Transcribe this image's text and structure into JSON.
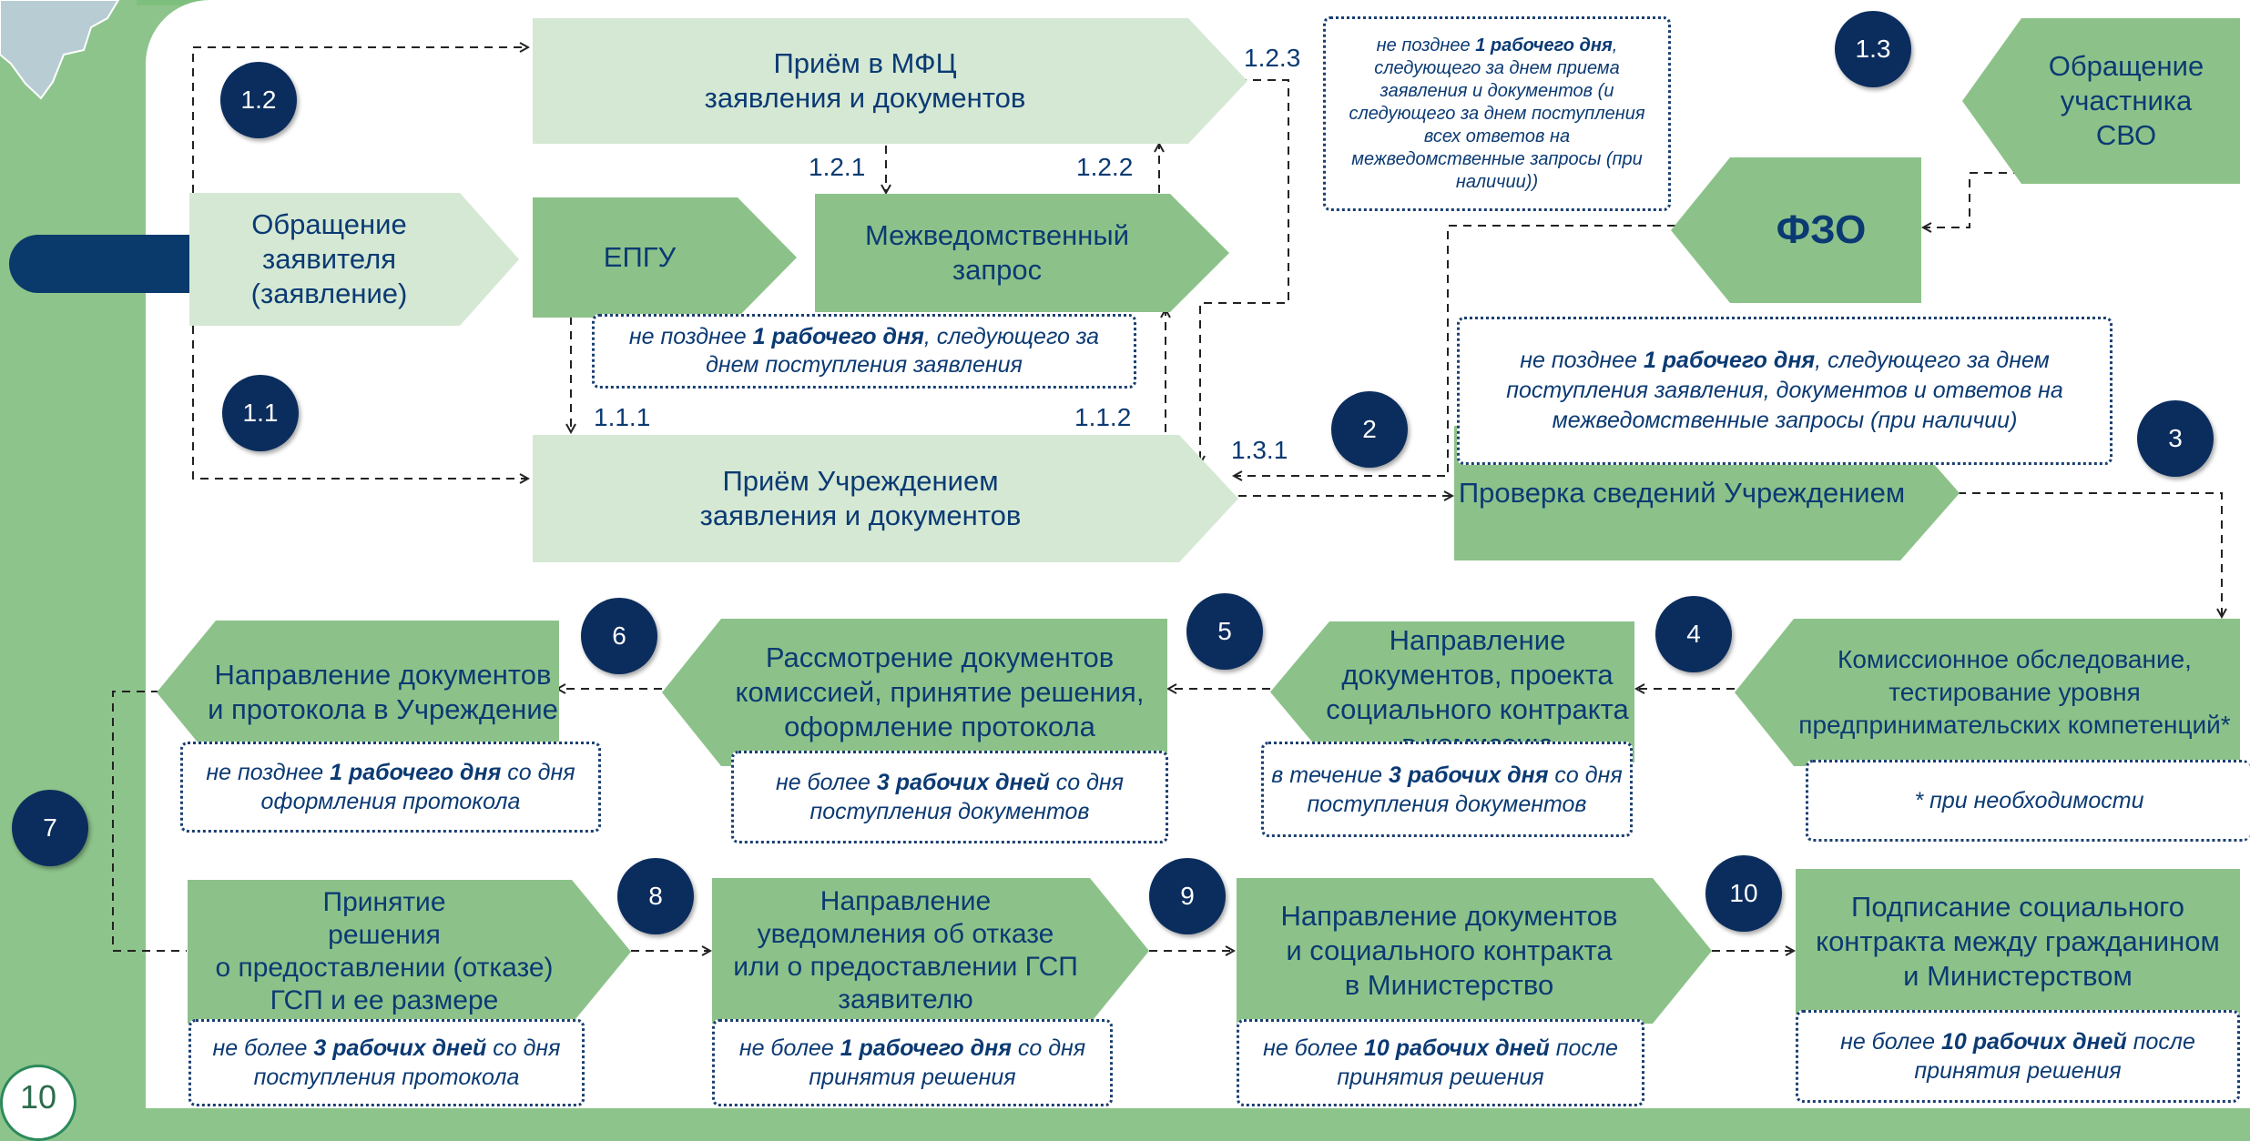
{
  "colors": {
    "navy": "#0b2d5e",
    "light": "#d4e8d3",
    "mid": "#a1ce9d",
    "dark": "#8cc289",
    "text": "#0b3a73"
  },
  "shapes": {
    "priem_mfc": [
      "Приём в МФЦ",
      "заявления и документов"
    ],
    "obrashenie_zayavitelya": [
      "Обращение",
      "заявителя",
      "(заявление)"
    ],
    "epgu": [
      "ЕПГУ"
    ],
    "mezhved": [
      "Межведомственный",
      "запрос"
    ],
    "priem_uchr": [
      "Приём Учреждением",
      "заявления и документов"
    ],
    "fzo": [
      "ФЗО"
    ],
    "obrashenie_svo": [
      "Обращение",
      "участника",
      "СВО"
    ],
    "proverka": [
      "Проверка сведений Учреждением"
    ],
    "komissionnoe": [
      "Комиссионное обследование,",
      "тестирование уровня",
      "предпринимательских компетенций*"
    ],
    "napravlenie_komissiya": [
      "Направление",
      "документов, проекта",
      "социального контракта",
      "в комиссию"
    ],
    "rassmotrenie": [
      "Рассмотрение документов",
      "комиссией, принятие решения,",
      "оформление протокола"
    ],
    "napravlenie_uchr": [
      "Направление документов",
      "и протокола в Учреждение"
    ],
    "prinyatie": [
      "Принятие",
      "решения",
      "о предоставлении (отказе)",
      "ГСП и ее размере"
    ],
    "uvedomlenie": [
      "Направление",
      "уведомления об отказе",
      "или о предоставлении ГСП",
      "заявителю"
    ],
    "ministerstvo": [
      "Направление документов",
      "и социального контракта",
      "в Министерство"
    ],
    "podpisanie": [
      "Подписание социального",
      "контракта между гражданином",
      "и Министерством"
    ]
  },
  "badges": {
    "b1_2": "1.2",
    "b1_1": "1.1",
    "b1_3": "1.3",
    "b2": "2",
    "b3": "3",
    "b4": "4",
    "b5": "5",
    "b6": "6",
    "b7": "7",
    "b8": "8",
    "b9": "9",
    "b10": "10"
  },
  "labels": {
    "l1_2_3": "1.2.3",
    "l1_2_1": "1.2.1",
    "l1_2_2": "1.2.2",
    "l1_1_1": "1.1.1",
    "l1_1_2": "1.1.2",
    "l1_3_1": "1.3.1"
  },
  "notes": {
    "n_top": {
      "pre": "не позднее ",
      "bold": "1 рабочего дня",
      "post": ", следующего за днем приема заявления и документов (и следующего за днем поступления всех ответов на межведомственные запросы (при наличии))"
    },
    "n_epgu": {
      "pre": "не позднее ",
      "bold": "1 рабочего дня",
      "post": ", следующего за днем поступления заявления"
    },
    "n_fzo": {
      "pre": "не позднее ",
      "bold": "1 рабочего дня",
      "post": ", следующего за днем поступления заявления, документов и ответов на межведомственные запросы (при наличии)"
    },
    "n_6": {
      "pre": "не позднее ",
      "bold": "1 рабочего дня",
      "post": " со дня оформления протокола"
    },
    "n_5": {
      "pre": "не более ",
      "bold": "3 рабочих дней",
      "post": " со дня поступления документов"
    },
    "n_4": {
      "pre": "в течение ",
      "bold": "3 рабочих дня",
      "post": " со дня поступления документов"
    },
    "n_komis": {
      "pre": "",
      "bold": "",
      "post": "* при необходимости"
    },
    "n_8": {
      "pre": "не более ",
      "bold": "3 рабочих дней",
      "post": " со дня поступления протокола"
    },
    "n_9": {
      "pre": "не более ",
      "bold": "1 рабочего дня",
      "post": " со дня принятия решения"
    },
    "n_10a": {
      "pre": "не более ",
      "bold": "10 рабочих дней",
      "post": " после принятия решения"
    },
    "n_10b": {
      "pre": "не более ",
      "bold": "10 рабочих дней",
      "post": " после принятия решения"
    }
  },
  "page_number": "10"
}
